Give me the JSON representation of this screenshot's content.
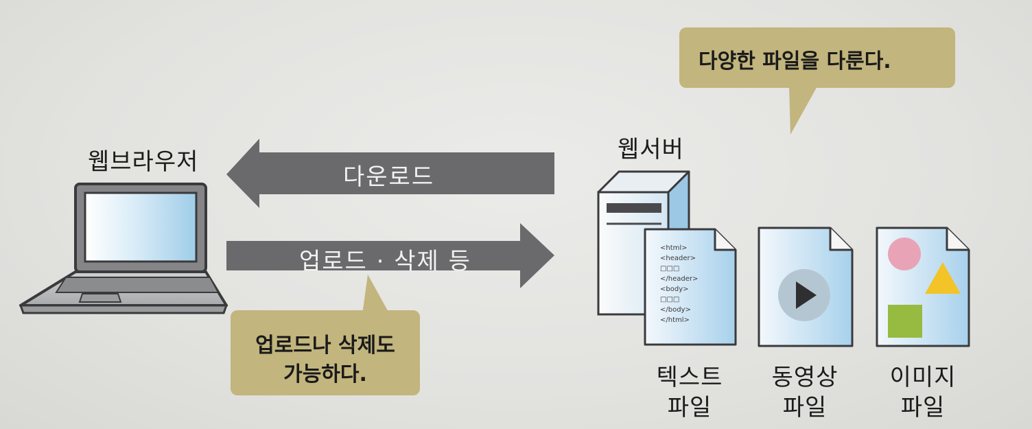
{
  "browser": {
    "label": "웹브라우저"
  },
  "server": {
    "label": "웹서버"
  },
  "arrows": {
    "download": "다운로드",
    "upload": "업로드 · 삭제 등"
  },
  "bubbles": {
    "top": "다양한 파일을 다룬다.",
    "bottom_line1": "업로드나 삭제도",
    "bottom_line2": "가능하다."
  },
  "files": {
    "text": {
      "line1": "텍스트",
      "line2": "파일"
    },
    "video": {
      "line1": "동영상",
      "line2": "파일"
    },
    "image": {
      "line1": "이미지",
      "line2": "파일"
    }
  },
  "html_doc_lines": [
    "<html>",
    "<header>",
    "□□□",
    "</header>",
    "<body>",
    "□□□",
    "</body>",
    "</html>"
  ],
  "colors": {
    "arrow": "#6a6a6c",
    "bubble": "#c2b57d",
    "screen_blue": "#a9d3ec",
    "circle": "#e9a3b6",
    "triangle": "#f2c428",
    "square": "#96bb40"
  }
}
